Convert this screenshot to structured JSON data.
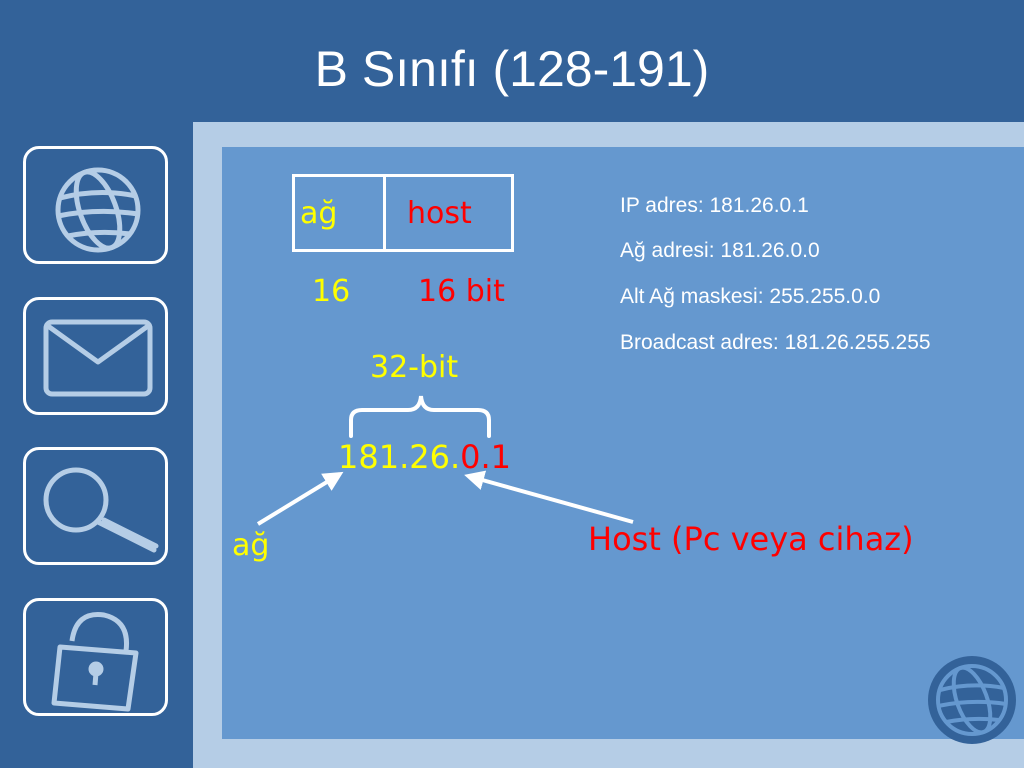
{
  "title": "B Sınıfı (128-191)",
  "address_box": {
    "network_label": "ağ",
    "host_label": "host",
    "network_bits": "16",
    "host_bits": "16 bit"
  },
  "brace_label": "32-bit",
  "ip_address": {
    "network_part": "181.26.",
    "host_part": "0.1"
  },
  "pointer_labels": {
    "network": "ağ",
    "host": "Host (Pc veya cihaz)"
  },
  "info_lines": [
    "IP adres: 181.26.0.1",
    "Ağ adresi: 181.26.0.0",
    "Alt Ağ maskesi: 255.255.0.0",
    "Broadcast adres: 181.26.255.255"
  ],
  "colors": {
    "network": "#ffff00",
    "host": "#ff0000",
    "background": "#336299",
    "panel": "#6598cf"
  },
  "nav_icons": [
    "globe-icon",
    "envelope-icon",
    "magnifier-icon",
    "padlock-icon"
  ]
}
